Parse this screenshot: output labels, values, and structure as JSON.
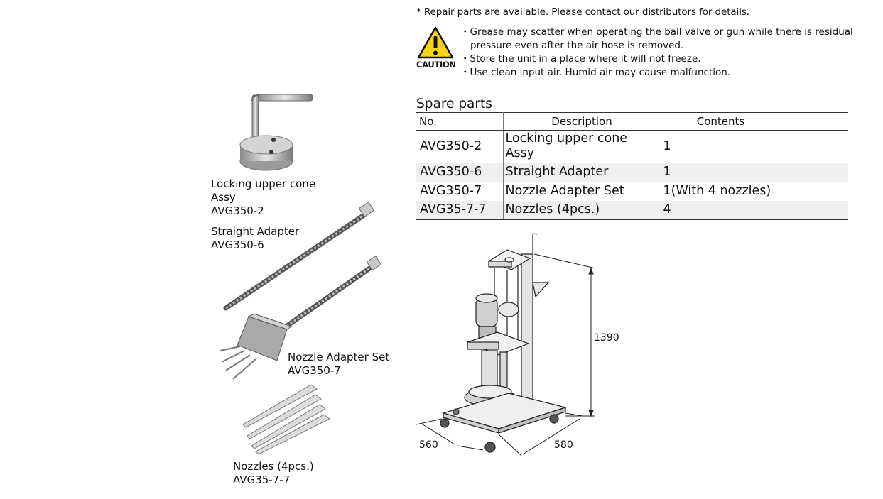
{
  "note": "* Repair parts are available. Please contact our distributors for details.",
  "caution": {
    "label": "CAUTION",
    "items": [
      "Grease may scatter when operating the ball valve or gun while there is residual pressure even after the air hose is removed.",
      "Store the unit in a place where it will not freeze.",
      "Use clean input air. Humid air may cause malfunction."
    ]
  },
  "spare_parts": {
    "title": "Spare parts",
    "headers": [
      "No.",
      "Description",
      "Contents",
      ""
    ],
    "rows": [
      {
        "no": "AVG350-2",
        "description": "Locking upper cone Assy",
        "contents": "1"
      },
      {
        "no": "AVG350-6",
        "description": "Straight Adapter",
        "contents": "1"
      },
      {
        "no": "AVG350-7",
        "description": "Nozzle Adapter Set",
        "contents": "1(With 4 nozzles)"
      },
      {
        "no": "AVG35-7-7",
        "description": "Nozzles (4pcs.)",
        "contents": "4"
      }
    ]
  },
  "parts": [
    {
      "name": "Locking upper cone Assy",
      "code": "AVG350-2"
    },
    {
      "name": "Straight Adapter",
      "code": "AVG350-6"
    },
    {
      "name": "Nozzle Adapter Set",
      "code": "AVG350-7"
    },
    {
      "name": "Nozzles (4pcs.)",
      "code": "AVG35-7-7"
    }
  ],
  "dimensions": {
    "height": "1390",
    "width": "560",
    "depth": "580"
  },
  "colors": {
    "caution_yellow": "#f7d417",
    "steel": "#b8b8b8",
    "shade": "#efefef"
  }
}
